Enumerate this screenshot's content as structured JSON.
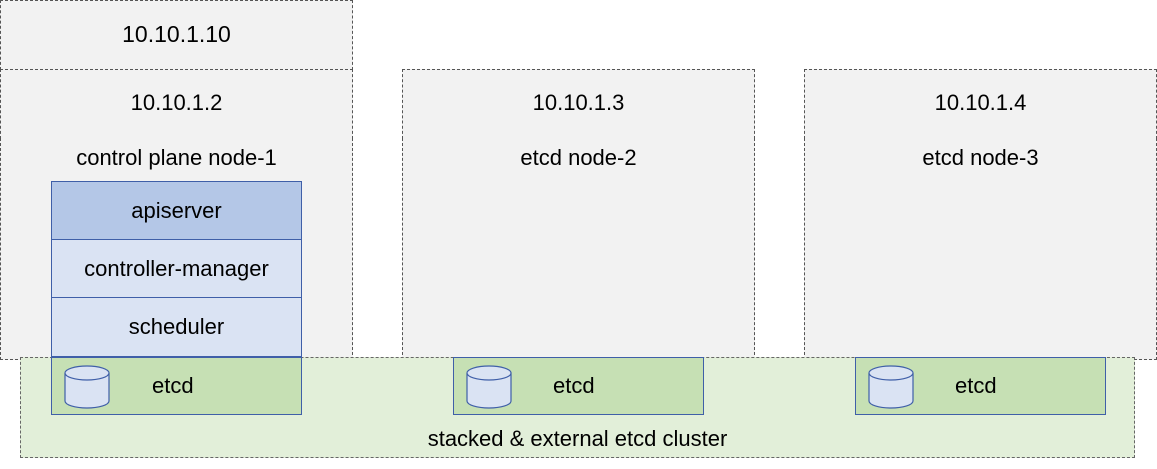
{
  "vip": {
    "ip": "10.10.1.10"
  },
  "nodes": [
    {
      "ip": "10.10.1.2",
      "role": "control plane node-1"
    },
    {
      "ip": "10.10.1.3",
      "role": "etcd node-2"
    },
    {
      "ip": "10.10.1.4",
      "role": "etcd node-3"
    }
  ],
  "components": {
    "apiserver": "apiserver",
    "controller_manager": "controller-manager",
    "scheduler": "scheduler"
  },
  "etcd": [
    "etcd",
    "etcd",
    "etcd"
  ],
  "cluster": {
    "label": "stacked & external etcd cluster"
  },
  "colors": {
    "apiserver_fill": "#b4c7e7",
    "component_fill": "#dae3f3",
    "etcd_fill": "#c6e0b4",
    "cluster_fill": "#e2efd9",
    "node_fill": "#f2f2f2"
  }
}
